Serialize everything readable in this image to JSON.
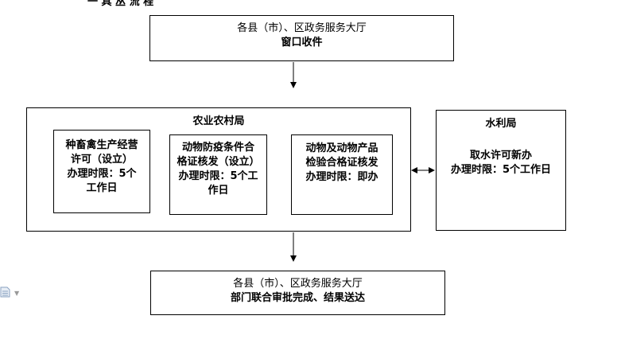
{
  "top_cut_text": "一 具 丛 流 程",
  "top_box": {
    "line1": "各县（市）、区政务服务大厅",
    "line2": "窗口收件"
  },
  "agri_group": {
    "title": "农业农村局",
    "items": [
      {
        "line1": "种畜禽生产经营",
        "line2": "许可（设立）",
        "line3": "办理时限：5个",
        "line4": "工作日"
      },
      {
        "line1": "动物防疫条件合",
        "line2": "格证核发（设立）",
        "line3": "办理时限：5个工",
        "line4": "作日"
      },
      {
        "line1": "动物及动物产品",
        "line2": "检验合格证核发",
        "line3": "办理时限：即办"
      }
    ]
  },
  "water_box": {
    "title": "水利局",
    "line1": "取水许可新办",
    "line2": "办理时限：5个工作日"
  },
  "bottom_box": {
    "line1": "各县（市）、区政务服务大厅",
    "line2": "部门联合审批完成、结果送达"
  },
  "icons": {
    "doc": "document-icon"
  }
}
